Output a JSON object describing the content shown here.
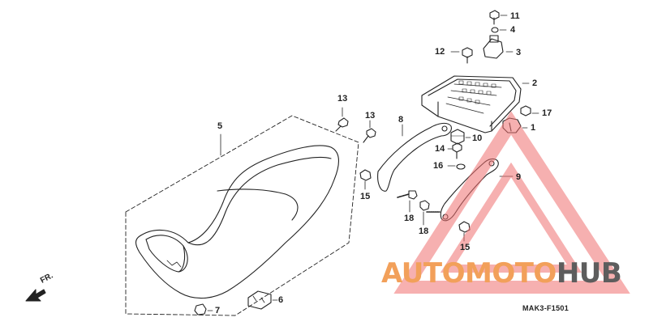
{
  "labels": {
    "p1": "1",
    "p2": "2",
    "p3": "3",
    "p4": "4",
    "p5": "5",
    "p6": "6",
    "p7": "7",
    "p8": "8",
    "p9": "9",
    "p10": "10",
    "p11": "11",
    "p12": "12",
    "p13a": "13",
    "p13b": "13",
    "p14": "14",
    "p15a": "15",
    "p15b": "15",
    "p16": "16",
    "p17": "17",
    "p18a": "18",
    "p18b": "18"
  },
  "direction_label": "FR.",
  "diagram_code": "MAK3-F1501",
  "watermark": {
    "part1": "AUTO",
    "part2": "MOTO",
    "part3": "HUB",
    "color_accent": "#f2a05a",
    "color_dark": "#5d5d5d",
    "triangle_color": "#f07070"
  }
}
